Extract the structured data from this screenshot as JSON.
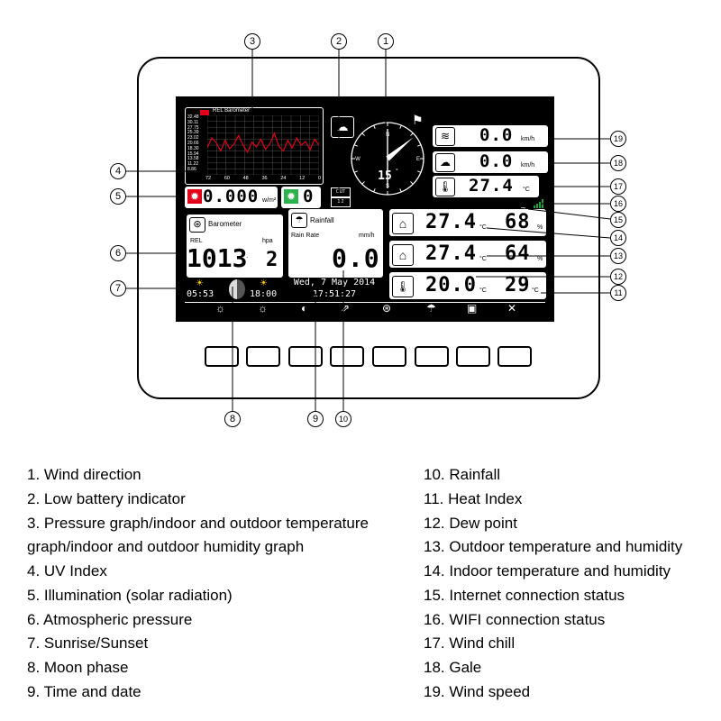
{
  "barometer_graph": {
    "legend": "REL Barometer",
    "y_ticks": [
      "32.48",
      "30.11",
      "27.75",
      "25.39",
      "23.02",
      "20.66",
      "18.30",
      "15.94",
      "13.58",
      "11.22",
      "8.86"
    ],
    "x_ticks": [
      "72",
      "60",
      "48",
      "36",
      "24",
      "12",
      "0"
    ],
    "series": [
      0.46,
      0.62,
      0.54,
      0.4,
      0.58,
      0.44,
      0.52,
      0.66,
      0.5,
      0.38,
      0.55,
      0.47,
      0.6,
      0.43,
      0.52,
      0.7,
      0.48,
      0.4,
      0.58,
      0.45,
      0.62,
      0.5,
      0.56,
      0.42,
      0.6,
      0.5
    ]
  },
  "solar": {
    "value": "0.000",
    "unit": "w/m²"
  },
  "uv": {
    "value": "0"
  },
  "battery": {
    "label_1": "OUT",
    "label_2": "1 2"
  },
  "wind_compass": {
    "value": "15",
    "degree_mark": "°",
    "n": "N",
    "e": "E",
    "s": "S",
    "w": "W",
    "direction_deg": 55
  },
  "wind_speed": {
    "value": "0.0",
    "unit": "km/h"
  },
  "gale": {
    "value": "0.0",
    "unit": "km/h"
  },
  "wind_chill": {
    "value": "27.4",
    "unit": "°C"
  },
  "indoor": {
    "temp": "27.4",
    "temp_unit": "°C",
    "humidity": "68",
    "humidity_unit": "%"
  },
  "outdoor": {
    "temp": "27.4",
    "temp_unit": "°C",
    "humidity": "64",
    "humidity_unit": "%"
  },
  "dew_heat": {
    "temp": "20.0",
    "temp_unit": "°C",
    "heat": "29",
    "heat_unit": "°C"
  },
  "barometer_panel": {
    "title": "Barometer",
    "rel": "REL",
    "unit": "hpa",
    "value_int": "1013",
    "value_dec": "2"
  },
  "rain_panel": {
    "title": "Rainfall",
    "subtitle": "Rain Rate",
    "unit": "mm/h",
    "value": "0.0"
  },
  "datetime": {
    "date": "Wed, 7 May 2014",
    "time": "17:51:27"
  },
  "sun": {
    "sunrise": "05:53",
    "sunset": "18:00"
  },
  "footer_icons": [
    "☼",
    "☼",
    "◐",
    "⇗",
    "⊛",
    "☂",
    "▣",
    "✕"
  ],
  "callouts": {
    "c1": "1",
    "c2": "2",
    "c3": "3",
    "c4": "4",
    "c5": "5",
    "c6": "6",
    "c7": "7",
    "c8": "8",
    "c9": "9",
    "c10": "10",
    "c11": "11",
    "c12": "12",
    "c13": "13",
    "c14": "14",
    "c15": "15",
    "c16": "16",
    "c17": "17",
    "c18": "18",
    "c19": "19"
  },
  "legend_left": [
    "1. Wind direction",
    "2. Low battery indicator",
    "3. Pressure graph/indoor and outdoor temperature",
    "graph/indoor and outdoor humidity graph",
    "4. UV Index",
    "5. Illumination (solar radiation)",
    "6. Atmospheric pressure",
    "7. Sunrise/Sunset",
    "8. Moon phase",
    "9. Time and date"
  ],
  "legend_right": [
    "10. Rainfall",
    "11. Heat Index",
    "12. Dew point",
    "13. Outdoor temperature and humidity",
    "14. Indoor temperature and humidity",
    "15. Internet connection status",
    "16. WIFI connection status",
    "17. Wind chill",
    "18. Gale",
    "19. Wind speed"
  ],
  "colors": {
    "screen": "#000000",
    "accent_red": "#e0001a",
    "signal_green": "#1aa33a",
    "uv_green": "#2bb24c"
  }
}
